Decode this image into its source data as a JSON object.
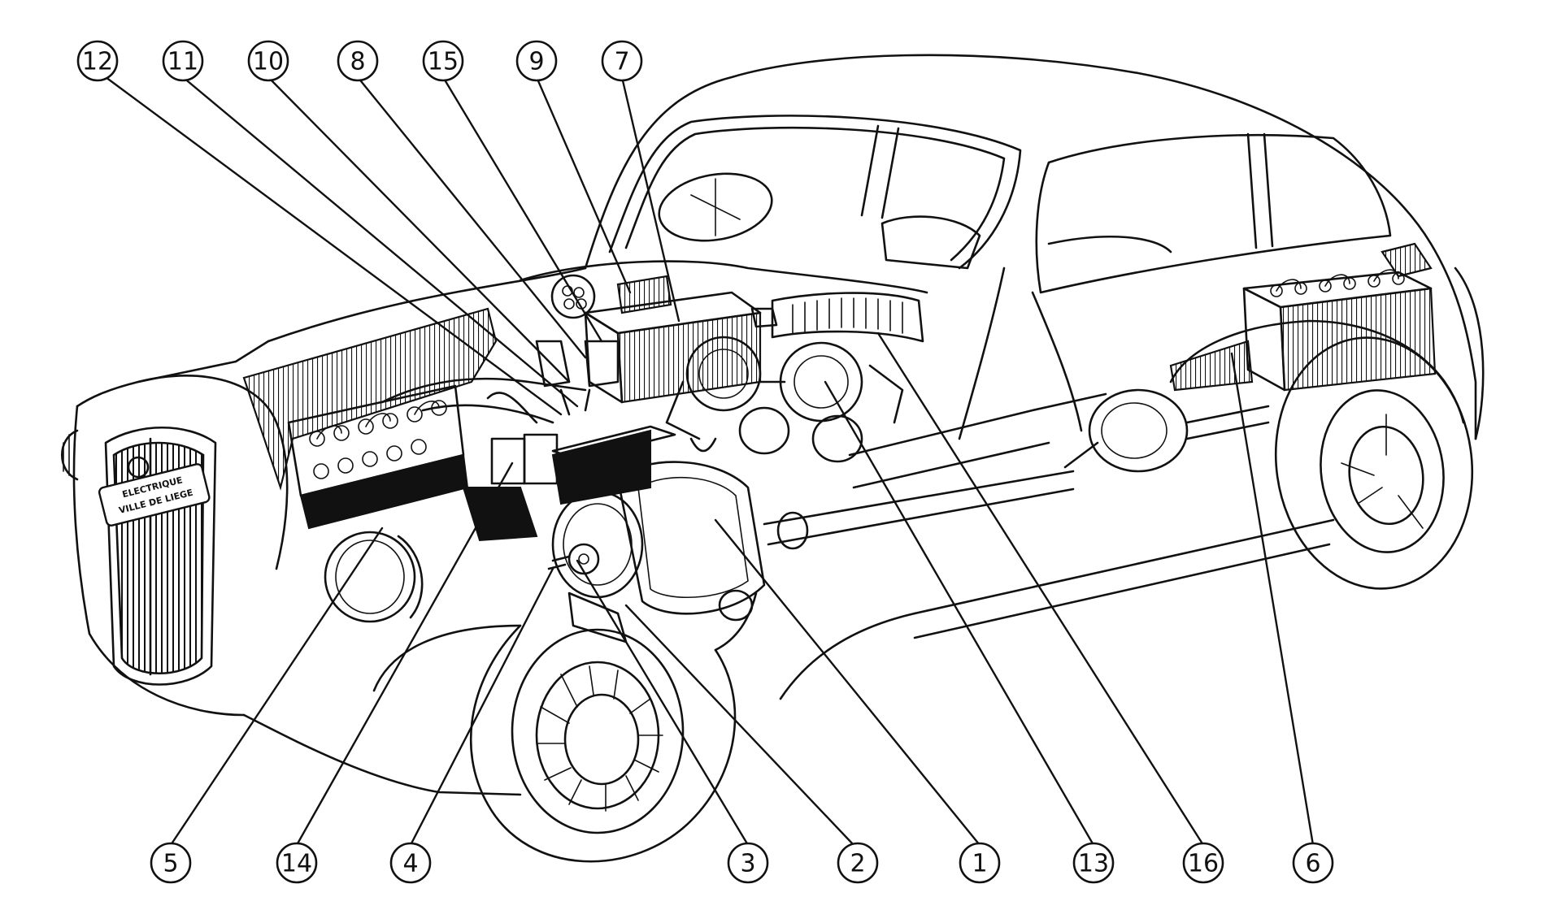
{
  "grille_badge": {
    "line1": "ELECTRIQUE",
    "line2": "VILLE DE LIEGE"
  },
  "callouts": [
    {
      "id": "c12",
      "number": "12"
    },
    {
      "id": "c11",
      "number": "11"
    },
    {
      "id": "c10",
      "number": "10"
    },
    {
      "id": "c8",
      "number": "8"
    },
    {
      "id": "c15",
      "number": "15"
    },
    {
      "id": "c9",
      "number": "9"
    },
    {
      "id": "c7",
      "number": "7"
    },
    {
      "id": "c5",
      "number": "5"
    },
    {
      "id": "c14",
      "number": "14"
    },
    {
      "id": "c4",
      "number": "4"
    },
    {
      "id": "c3",
      "number": "3"
    },
    {
      "id": "c2",
      "number": "2"
    },
    {
      "id": "c1",
      "number": "1"
    },
    {
      "id": "c13",
      "number": "13"
    },
    {
      "id": "c16",
      "number": "16"
    },
    {
      "id": "c6",
      "number": "6"
    }
  ]
}
